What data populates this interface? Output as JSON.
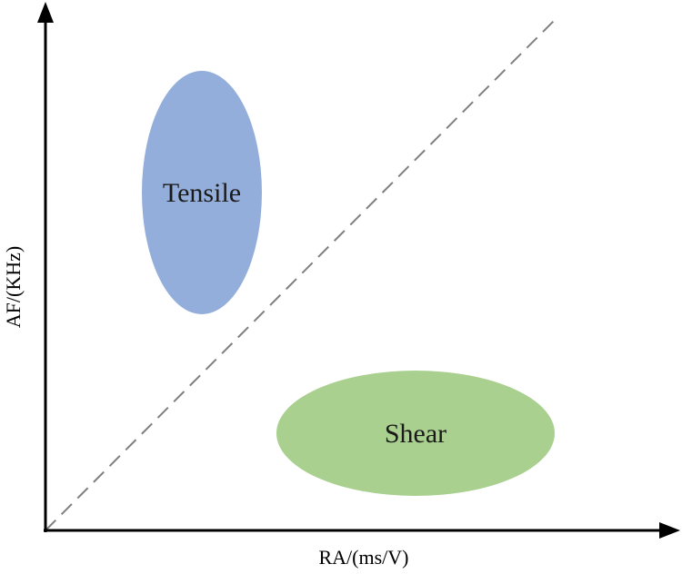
{
  "diagram": {
    "x_axis_label": "RA/(ms/V)",
    "y_axis_label": "AF/(KHz)",
    "regions": [
      {
        "label": "Tensile",
        "color": "#94aedb"
      },
      {
        "label": "Shear",
        "color": "#a9d08e"
      }
    ],
    "divider_color": "#7f7f7f",
    "axis_color": "#000000"
  }
}
